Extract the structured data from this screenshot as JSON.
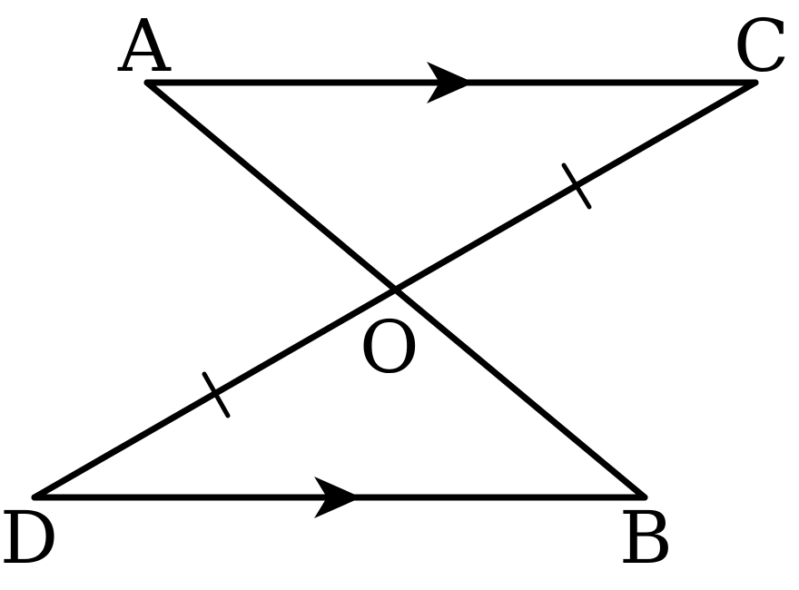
{
  "diagram": {
    "points": {
      "A": "A",
      "B": "B",
      "C": "C",
      "D": "D",
      "O": "O"
    },
    "segments": [
      "AC",
      "DB",
      "AB",
      "DC"
    ],
    "parallel_marks": [
      "AC",
      "DB"
    ],
    "equal_marks": [
      "OC",
      "OD"
    ],
    "colors": {
      "stroke": "#000000",
      "background": "#ffffff"
    }
  }
}
